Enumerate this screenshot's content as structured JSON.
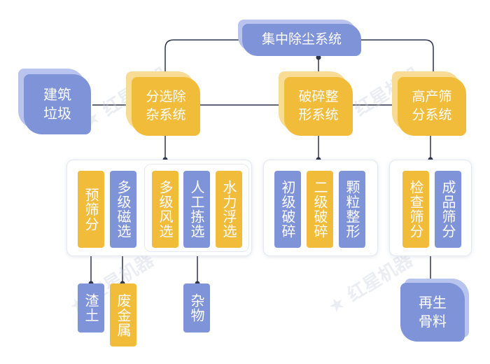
{
  "title": "集中除尘系统",
  "source": "建筑\n垃圾",
  "subsystems": [
    {
      "label": "分选除\n杂系统"
    },
    {
      "label": "破碎整\n形系统"
    },
    {
      "label": "高产筛\n分系统"
    }
  ],
  "sort_processes": [
    "预筛分",
    "多级磁选",
    "多级风选",
    "人工拣选",
    "水力浮选"
  ],
  "crush_processes": [
    "初级破碎",
    "二级破碎",
    "颗粒整形"
  ],
  "screen_processes": [
    "检查筛分",
    "成品筛分"
  ],
  "outputs": [
    "渣土",
    "废金属",
    "杂物"
  ],
  "product": "再生\n骨料",
  "watermark": "红星机器",
  "colors": {
    "blue": "#7f94d8",
    "yellow": "#f2bc3b",
    "line": "#2d3348"
  }
}
